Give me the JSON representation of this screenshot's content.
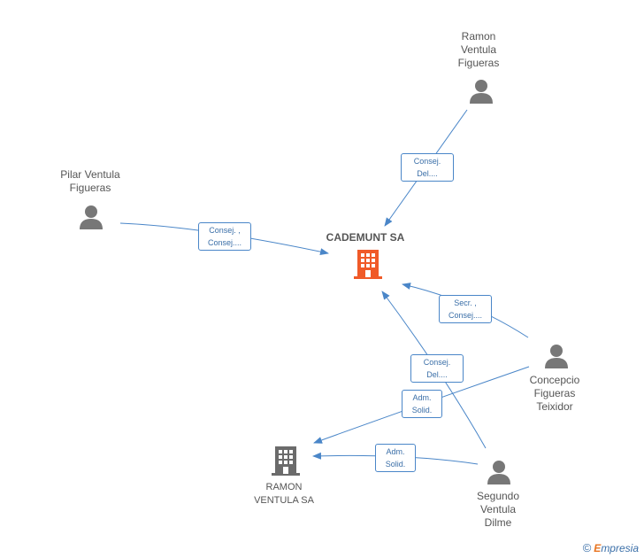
{
  "nodes": {
    "cademunt": {
      "label": "CADEMUNT SA",
      "type": "company",
      "highlight": true
    },
    "ramon_sa": {
      "label": [
        "RAMON",
        "VENTULA SA"
      ],
      "type": "company"
    },
    "ramon_ventula": {
      "label": [
        "Ramon",
        "Ventula",
        "Figueras"
      ],
      "type": "person"
    },
    "pilar": {
      "label": [
        "Pilar Ventula",
        "Figueras"
      ],
      "type": "person"
    },
    "concepcio": {
      "label": [
        "Concepcio",
        "Figueras",
        "Teixidor"
      ],
      "type": "person"
    },
    "segundo": {
      "label": [
        "Segundo",
        "Ventula",
        "Dilme"
      ],
      "type": "person"
    }
  },
  "relations": [
    {
      "from": "ramon_ventula",
      "to": "cademunt",
      "label": [
        "Consej.",
        "Del...."
      ]
    },
    {
      "from": "pilar",
      "to": "cademunt",
      "label": [
        "Consej. ,",
        "Consej...."
      ]
    },
    {
      "from": "concepcio",
      "to": "cademunt",
      "label": [
        "Secr. ,",
        "Consej...."
      ]
    },
    {
      "from": "segundo",
      "to": "cademunt",
      "label": [
        "Consej.",
        "Del...."
      ]
    },
    {
      "from": "concepcio",
      "to": "ramon_sa",
      "label": [
        "Adm.",
        "Solid."
      ]
    },
    {
      "from": "segundo",
      "to": "ramon_sa",
      "label": [
        "Adm.",
        "Solid."
      ]
    }
  ],
  "colors": {
    "edge": "#4a86c8",
    "person_icon": "#777777",
    "company_icon": "#6b6b6b",
    "highlight_company_icon": "#f05a28"
  },
  "icons": {
    "person": "person-icon",
    "company": "building-icon"
  },
  "brand": {
    "copyright": "©",
    "e": "E",
    "rest": "mpresia"
  }
}
